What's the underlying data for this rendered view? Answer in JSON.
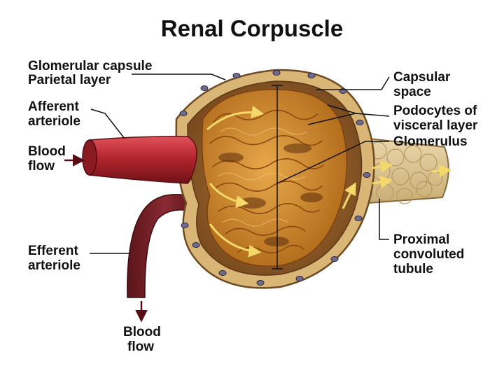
{
  "title": "Renal Corpuscle",
  "labels": {
    "glomerular_capsule": "Glomerular capsule",
    "parietal_layer": "Parietal layer",
    "afferent": "Afferent",
    "arteriole_1": "arteriole",
    "blood_1": "Blood",
    "flow_1": "flow",
    "efferent": "Efferent",
    "arteriole_2": "arteriole",
    "blood_2": "Blood",
    "flow_2": "flow",
    "capsular": "Capsular",
    "space": "space",
    "podocytes_of": "Podocytes of",
    "visceral_layer": "visceral layer",
    "glomerulus": "Glomerulus",
    "proximal": "Proximal",
    "convoluted": "convoluted",
    "tubule": "tubule"
  },
  "colors": {
    "vessel_red": "#b5252d",
    "vessel_dark": "#7a1f27",
    "capsule_tan": "#c8a060",
    "glomerulus_gold": "#d48f2a",
    "arrow_yellow": "#f2d96a"
  }
}
